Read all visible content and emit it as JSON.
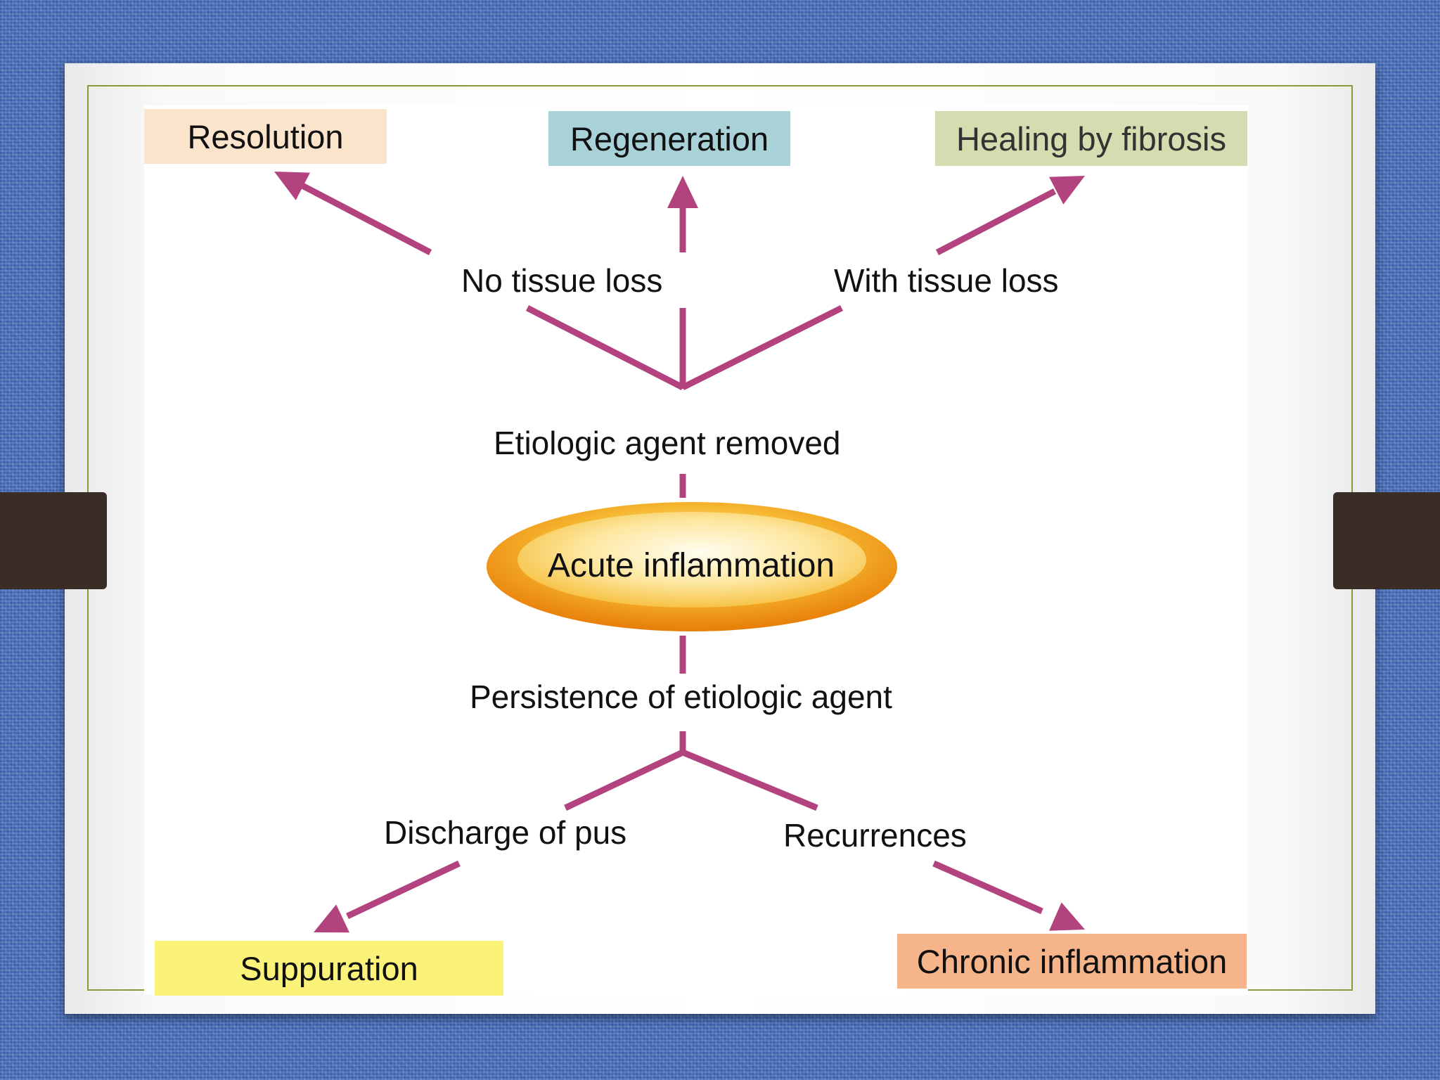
{
  "outcomes": {
    "resolution": "Resolution",
    "regeneration": "Regeneration",
    "fibrosis": "Healing by fibrosis",
    "suppuration": "Suppuration",
    "chronic": "Chronic inflammation"
  },
  "branches": {
    "no_tissue_loss": "No tissue loss",
    "with_tissue_loss": "With tissue loss",
    "agent_removed": "Etiologic agent removed",
    "persistence": "Persistence of etiologic agent",
    "discharge_pus": "Discharge of pus",
    "recurrences": "Recurrences"
  },
  "center": {
    "acute": "Acute inflammation"
  },
  "colors": {
    "arrow": "#b2437e",
    "resolution": "#fae4cc",
    "regeneration": "#a8d2d8",
    "fibrosis": "#d6dcb0",
    "suppuration": "#fbf27a",
    "chronic": "#f6b48a",
    "frame": "#8a9a3a",
    "tab": "#3a2d26"
  }
}
